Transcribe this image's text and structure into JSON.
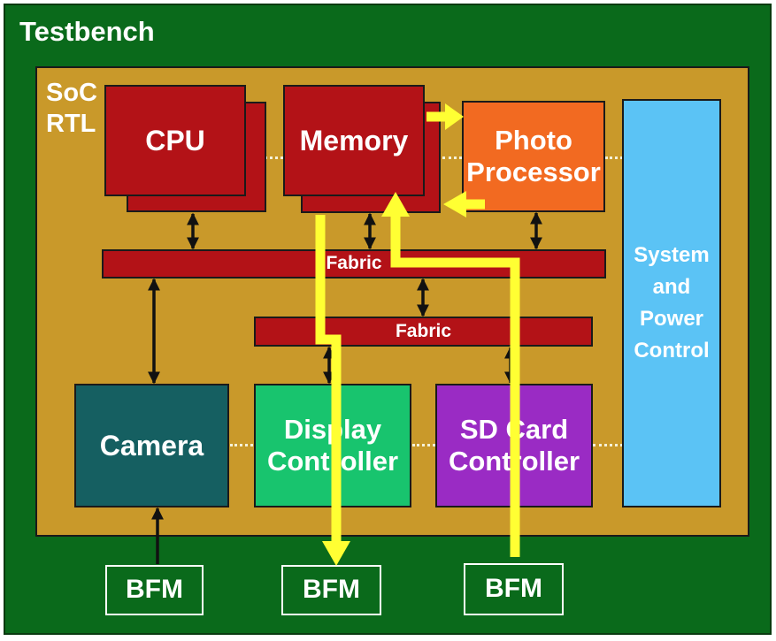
{
  "testbench": {
    "title": "Testbench"
  },
  "soc": {
    "label_line1": "SoC",
    "label_line2": "RTL"
  },
  "blocks": {
    "cpu": "CPU",
    "memory": "Memory",
    "photo_processor": {
      "line1": "Photo",
      "line2": "Processor"
    },
    "system_power": {
      "line1": "System",
      "line2": "and",
      "line3": "Power",
      "line4": "Control"
    },
    "fabric_top": "Fabric",
    "fabric_bottom": "Fabric",
    "camera": "Camera",
    "display_controller": {
      "line1": "Display",
      "line2": "Controller"
    },
    "sd_card_controller": {
      "line1": "SD Card",
      "line2": "Controller"
    }
  },
  "bfms": [
    "BFM",
    "BFM",
    "BFM"
  ],
  "colors": {
    "testbench": "#0a6a1b",
    "soc": "#c9992a",
    "red_block": "#b31217",
    "photo_processor": "#f26a21",
    "system_power": "#5bc3f5",
    "camera": "#155f61",
    "display_controller": "#18c46e",
    "sd_card_controller": "#9a2bc4",
    "yellow_path": "#ffff33"
  }
}
